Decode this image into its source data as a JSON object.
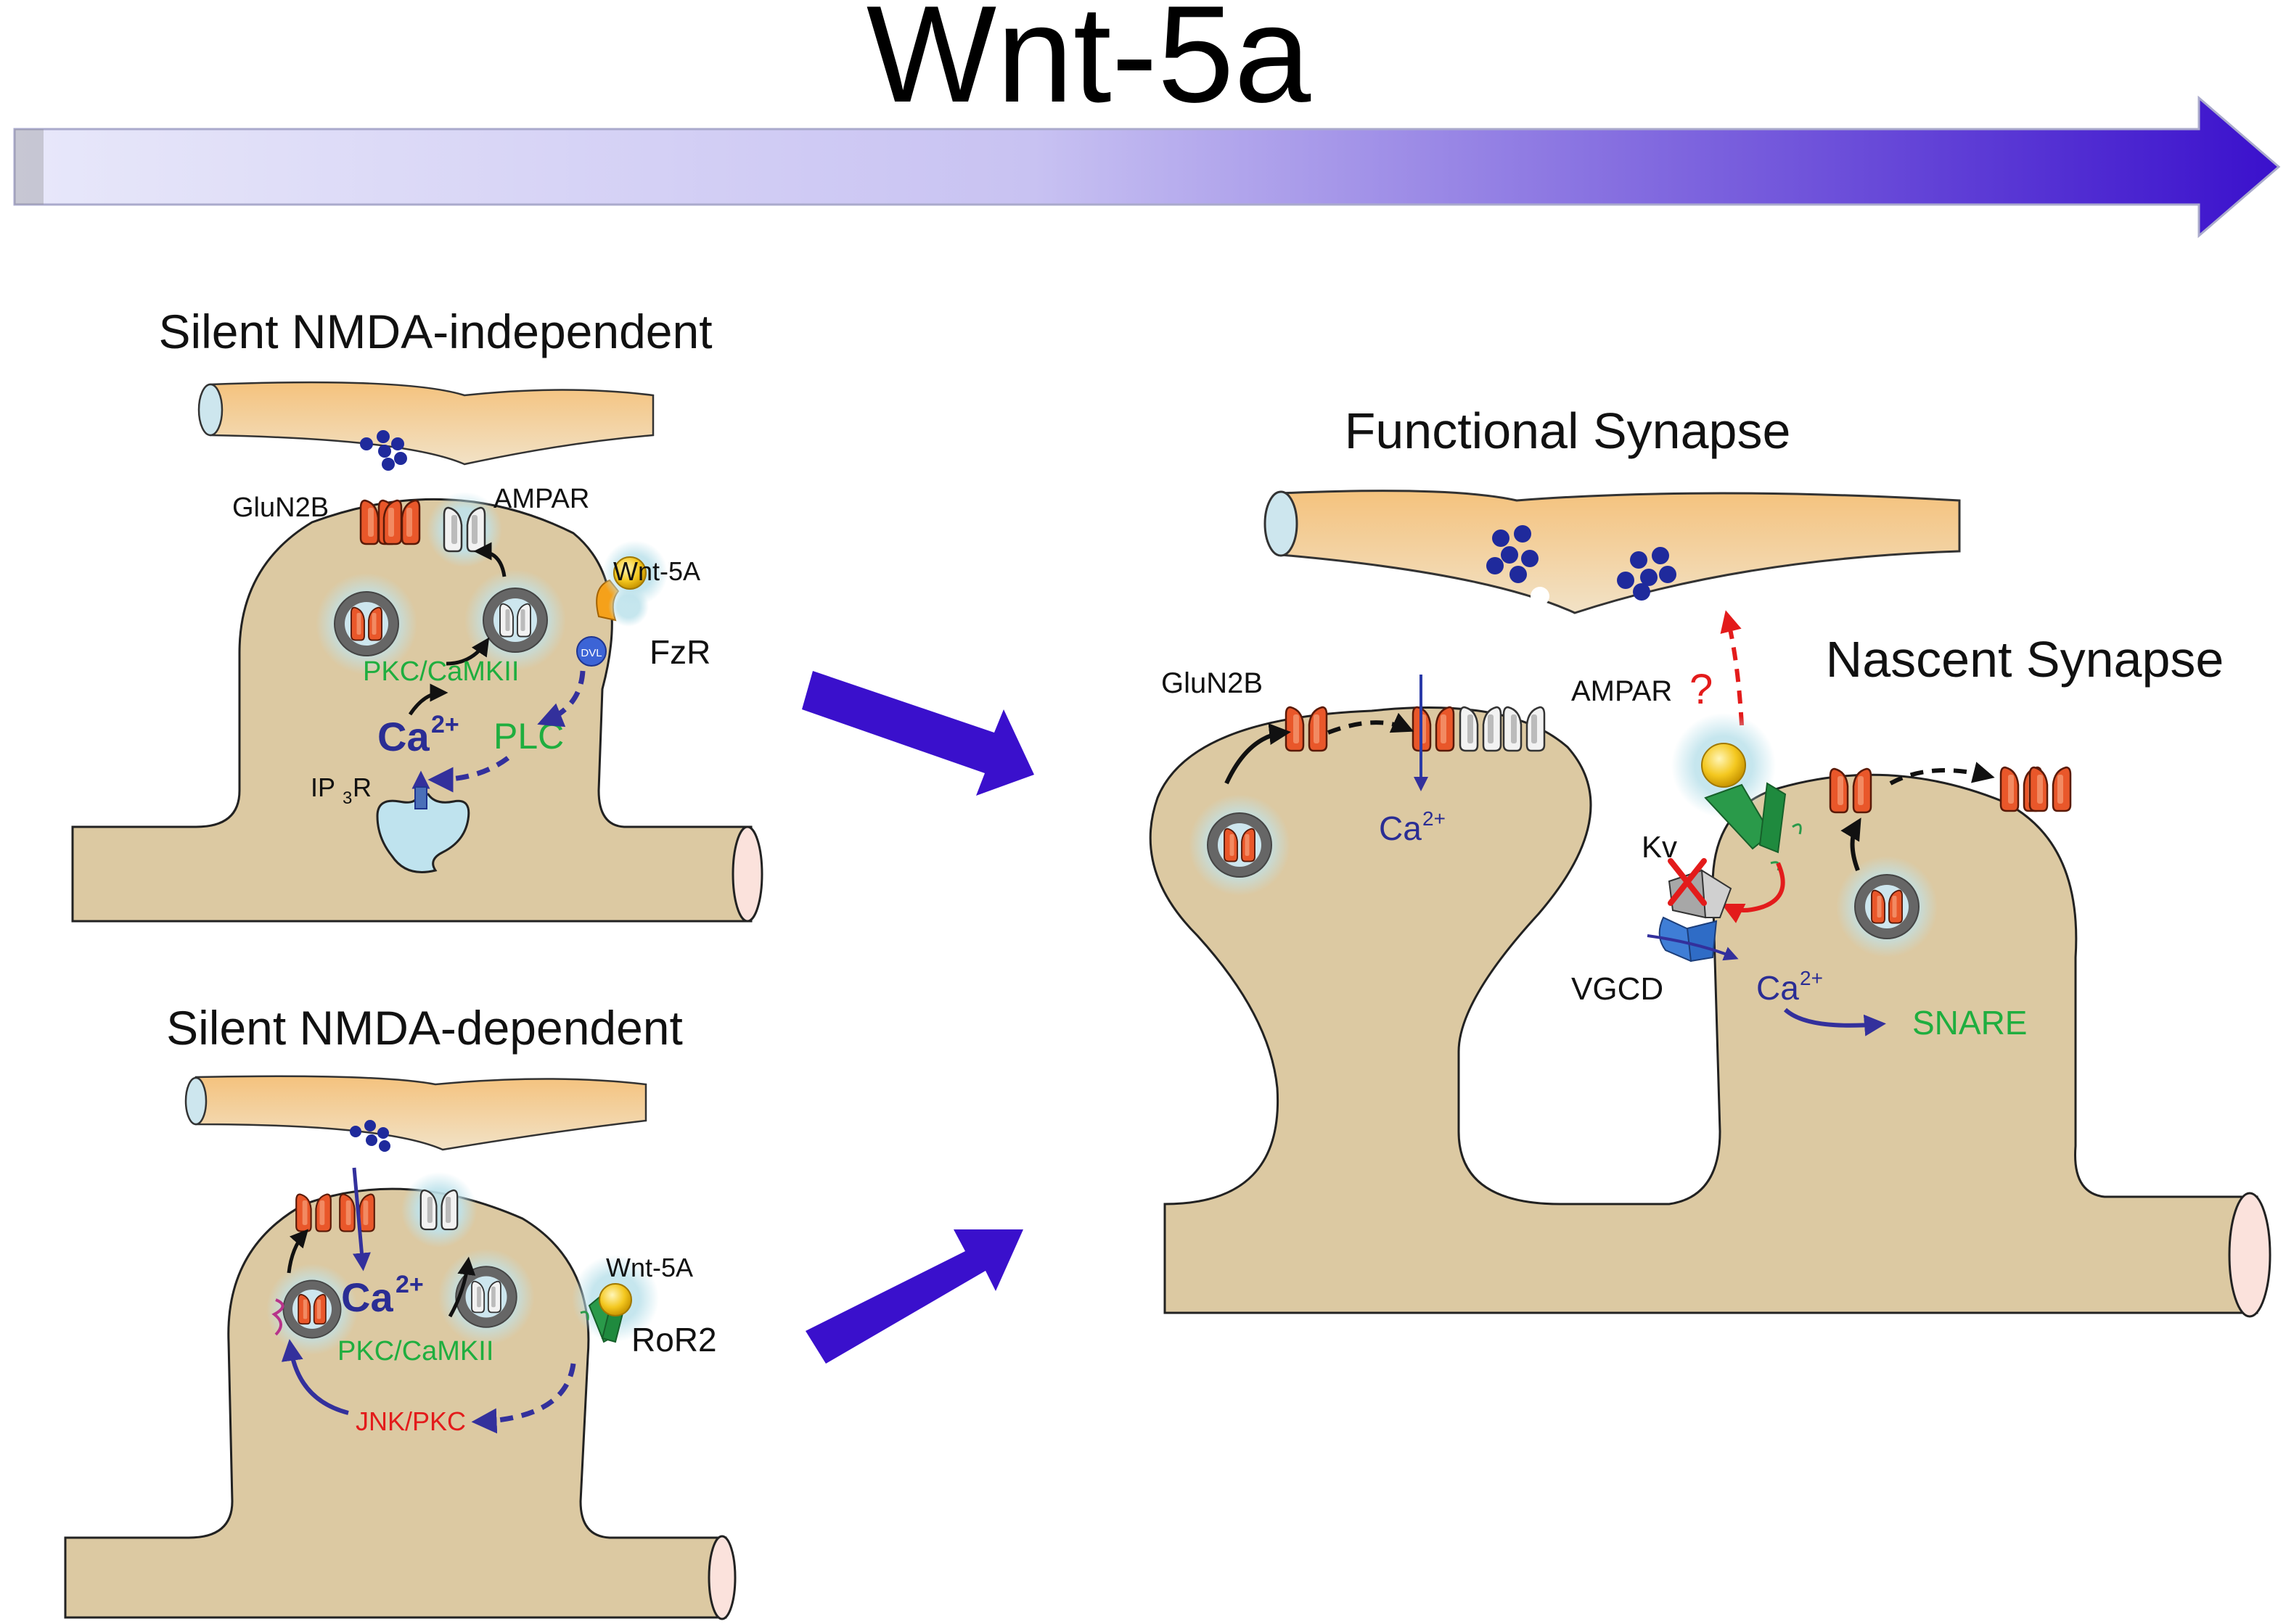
{
  "header": {
    "title": "Wnt-5a"
  },
  "panels": {
    "independent": {
      "title": "Silent NMDA-independent",
      "labels": {
        "glun2b": "GluN2B",
        "ampar": "AMPAR",
        "wnt5a": "Wnt-5A",
        "fzr": "FzR",
        "dvl": "DVL",
        "pkc_camkii": "PKC/CaMKII",
        "ca_base": "Ca",
        "ca_sup": "2+",
        "plc": "PLC",
        "ip3r_base": "IP",
        "ip3r_sub": "3",
        "ip3r_end": "R"
      }
    },
    "dependent": {
      "title": "Silent NMDA-dependent",
      "labels": {
        "wnt5a": "Wnt-5A",
        "ror2": "RoR2",
        "ca_base": "Ca",
        "ca_sup": "2+",
        "pkc_camkii": "PKC/CaMKII",
        "jnk_pkc": "JNK/PKC"
      }
    },
    "functional": {
      "title": "Functional Synapse",
      "labels": {
        "glun2b": "GluN2B",
        "ampar": "AMPAR",
        "ca_base": "Ca",
        "ca_sup": "2+"
      }
    },
    "nascent": {
      "title": "Nascent Synapse",
      "labels": {
        "question": "?",
        "kv": "Kv",
        "vgcd": "VGCD",
        "ca_base": "Ca",
        "ca_sup": "2+",
        "snare": "SNARE"
      }
    }
  },
  "colors": {
    "gradient_start": "#e6e6f8",
    "gradient_end": "#3a10cc",
    "arrow": "#3a10cc",
    "tissue": "#dcc9a2",
    "tissue_stroke": "#222222",
    "presyn_top": "#f5c887",
    "presyn_fill": "#eed9b8",
    "vesicle": "#1f2a9c",
    "receptor_orange": "#e9572a",
    "receptor_gray": "#d8d8d8",
    "green_text": "#1fae3f",
    "red_text": "#e31b1b",
    "blue_text": "#2a2d94"
  }
}
